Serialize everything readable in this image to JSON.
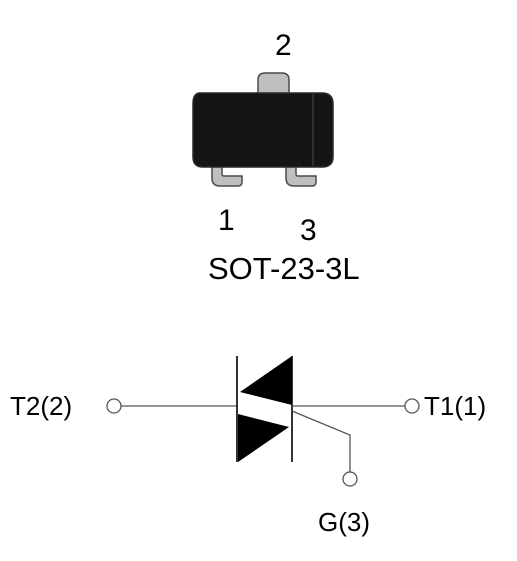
{
  "package": {
    "name": "SOT-23-3L",
    "pin_labels": [
      "1",
      "2",
      "3"
    ]
  },
  "schematic": {
    "terminals": {
      "t2": "T2(2)",
      "t1": "T1(1)",
      "gate": "G(3)"
    }
  },
  "colors": {
    "body": "#151515",
    "body_edge": "#2a2a2a",
    "lead": "#bfbfbf",
    "lead_edge": "#4a4a4a",
    "wire": "#555555",
    "symbol": "#000000",
    "background": "#ffffff"
  }
}
